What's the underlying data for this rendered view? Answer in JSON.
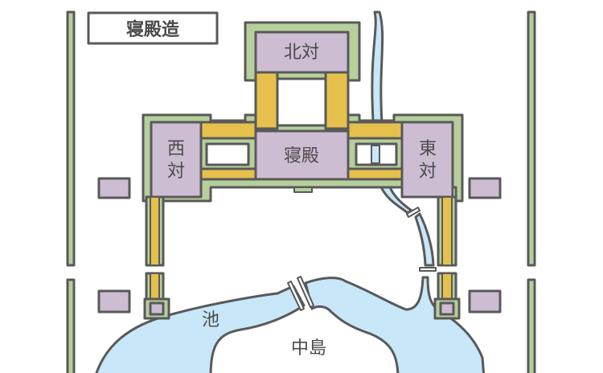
{
  "title": "寝殿造",
  "buildings": {
    "north": "北対",
    "main": "寝殿",
    "west_top": "西",
    "west_bottom": "対",
    "east_top": "東",
    "east_bottom": "対"
  },
  "landscape": {
    "pond": "池",
    "island": "中島"
  },
  "colors": {
    "wall": "#b6cf9c",
    "building": "#cdbdd3",
    "corridor": "#e6c04c",
    "water": "#c8e7f8",
    "stroke": "#595959"
  }
}
